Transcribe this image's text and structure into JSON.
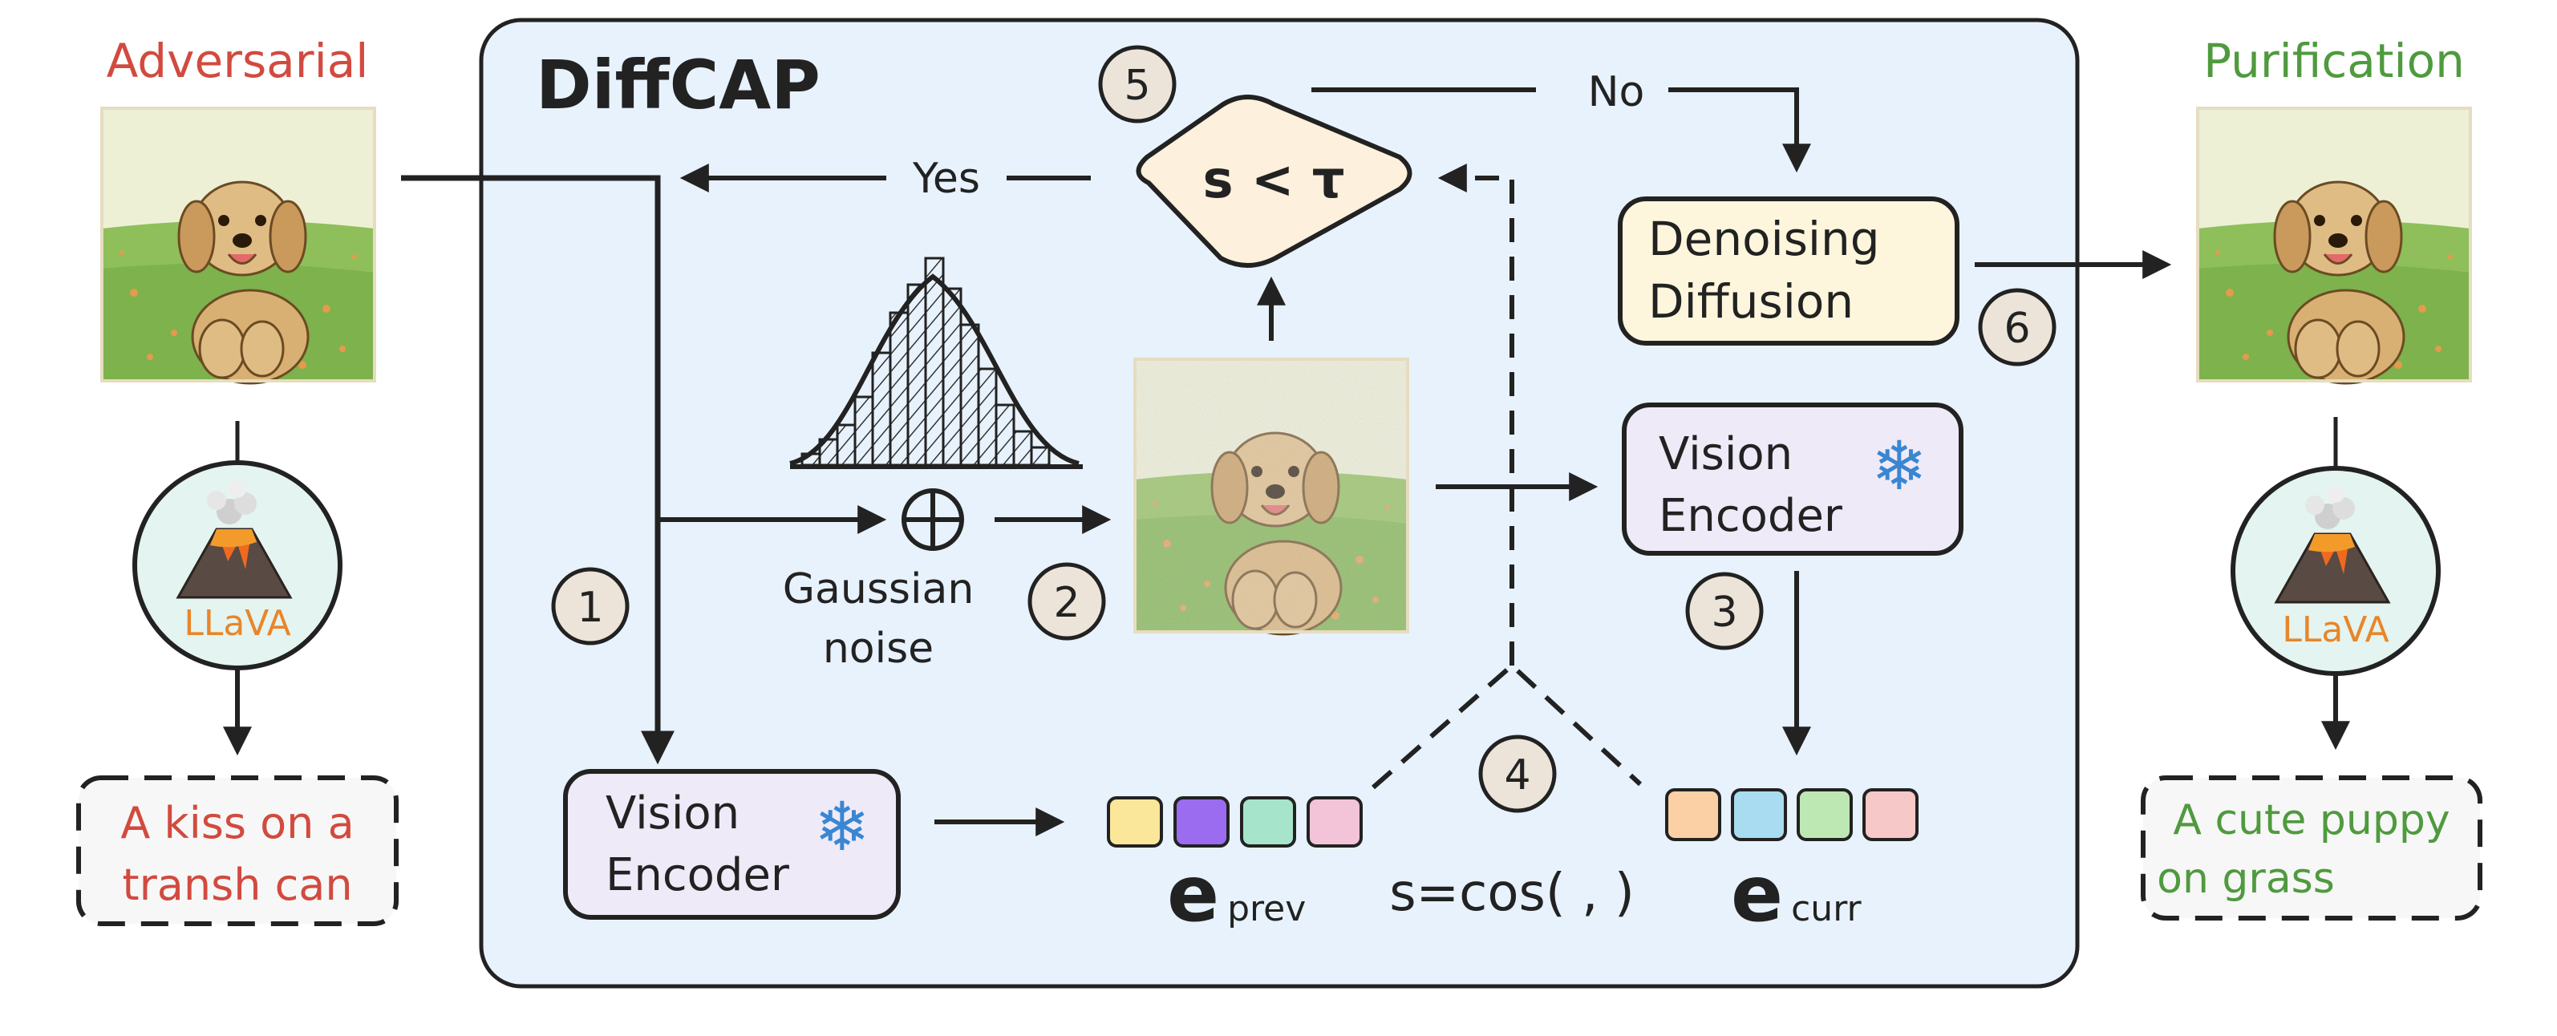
{
  "colors": {
    "panel_fill": "#e8f2fc",
    "stroke": "#222222",
    "adversarial_red": "#d24a3f",
    "purification_green": "#4f9a3e",
    "llava_orange": "#e8862a",
    "decision_fill": "#fdf0dc",
    "denoise_fill": "#fdf6dc",
    "encoder_fill": "#eeeaf8",
    "snowflake_blue": "#3a86d1",
    "circle_fill": "#ece4d8",
    "llava_circle_fill": "#e4f4f0",
    "caption_fill": "#f7f7f7",
    "embed_prev": [
      "#fbe79a",
      "#9b6bf0",
      "#a6e4cc",
      "#f3c4d8"
    ],
    "embed_curr": [
      "#fbd0a4",
      "#a9dcf0",
      "#bde8b4",
      "#f7c8c8"
    ]
  },
  "left": {
    "title": "Adversarial",
    "model": "LLaVA",
    "caption_line1": "A kiss on a",
    "caption_line2": "transh can"
  },
  "right": {
    "title": "Purification",
    "model": "LLaVA",
    "caption_line1": "A cute puppy",
    "caption_line2": "on grass"
  },
  "panel": {
    "title": "DiffCAP",
    "decision": "s < τ",
    "yes_label": "Yes",
    "no_label": "No",
    "denoise_line1": "Denoising",
    "denoise_line2": "Diffusion",
    "noise_line1": "Gaussian",
    "noise_line2": "noise",
    "plus_symbol": "⊕",
    "encoder_top_line1": "Vision",
    "encoder_top_line2": "Encoder",
    "encoder_bottom_line1": "Vision",
    "encoder_bottom_line2": "Encoder",
    "snowflake": "❄",
    "e_prev_main": "e",
    "e_prev_sub": "prev",
    "e_curr_main": "e",
    "e_curr_sub": "curr",
    "similarity": "s=cos( , )"
  },
  "steps": [
    "1",
    "2",
    "3",
    "4",
    "5",
    "6"
  ],
  "icons": {
    "adversarial_image": "puppy-on-grass-image",
    "noisy_image": "noisy-puppy-image",
    "purified_image": "puppy-on-grass-image",
    "llava": "volcano-icon",
    "frozen": "snowflake-icon",
    "distribution": "gaussian-histogram-icon"
  }
}
